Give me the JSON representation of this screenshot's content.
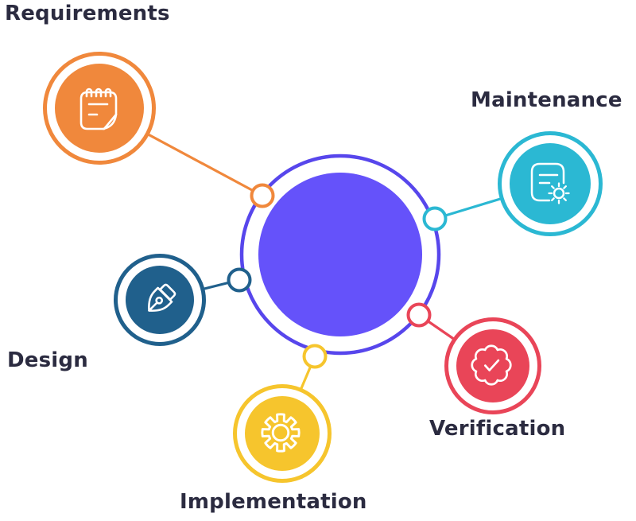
{
  "diagram": {
    "type": "hub-and-spoke",
    "background": "#FFFFFF",
    "hub": {
      "fill_color": "#6552FA",
      "ring_color": "#5746EC"
    },
    "label_text_color": "#2B2B40",
    "nodes": [
      {
        "id": "requirements",
        "label": "Requirements",
        "color": "#F0883C",
        "icon": "notepad-icon"
      },
      {
        "id": "maintenance",
        "label": "Maintenance",
        "color": "#2BB8D3",
        "icon": "document-gear-icon"
      },
      {
        "id": "design",
        "label": "Design",
        "color": "#20608C",
        "icon": "pen-nib-icon"
      },
      {
        "id": "implementation",
        "label": "Implementation",
        "color": "#F6C52D",
        "icon": "gear-icon"
      },
      {
        "id": "verification",
        "label": "Verification",
        "color": "#E94558",
        "icon": "badge-check-icon"
      }
    ]
  }
}
